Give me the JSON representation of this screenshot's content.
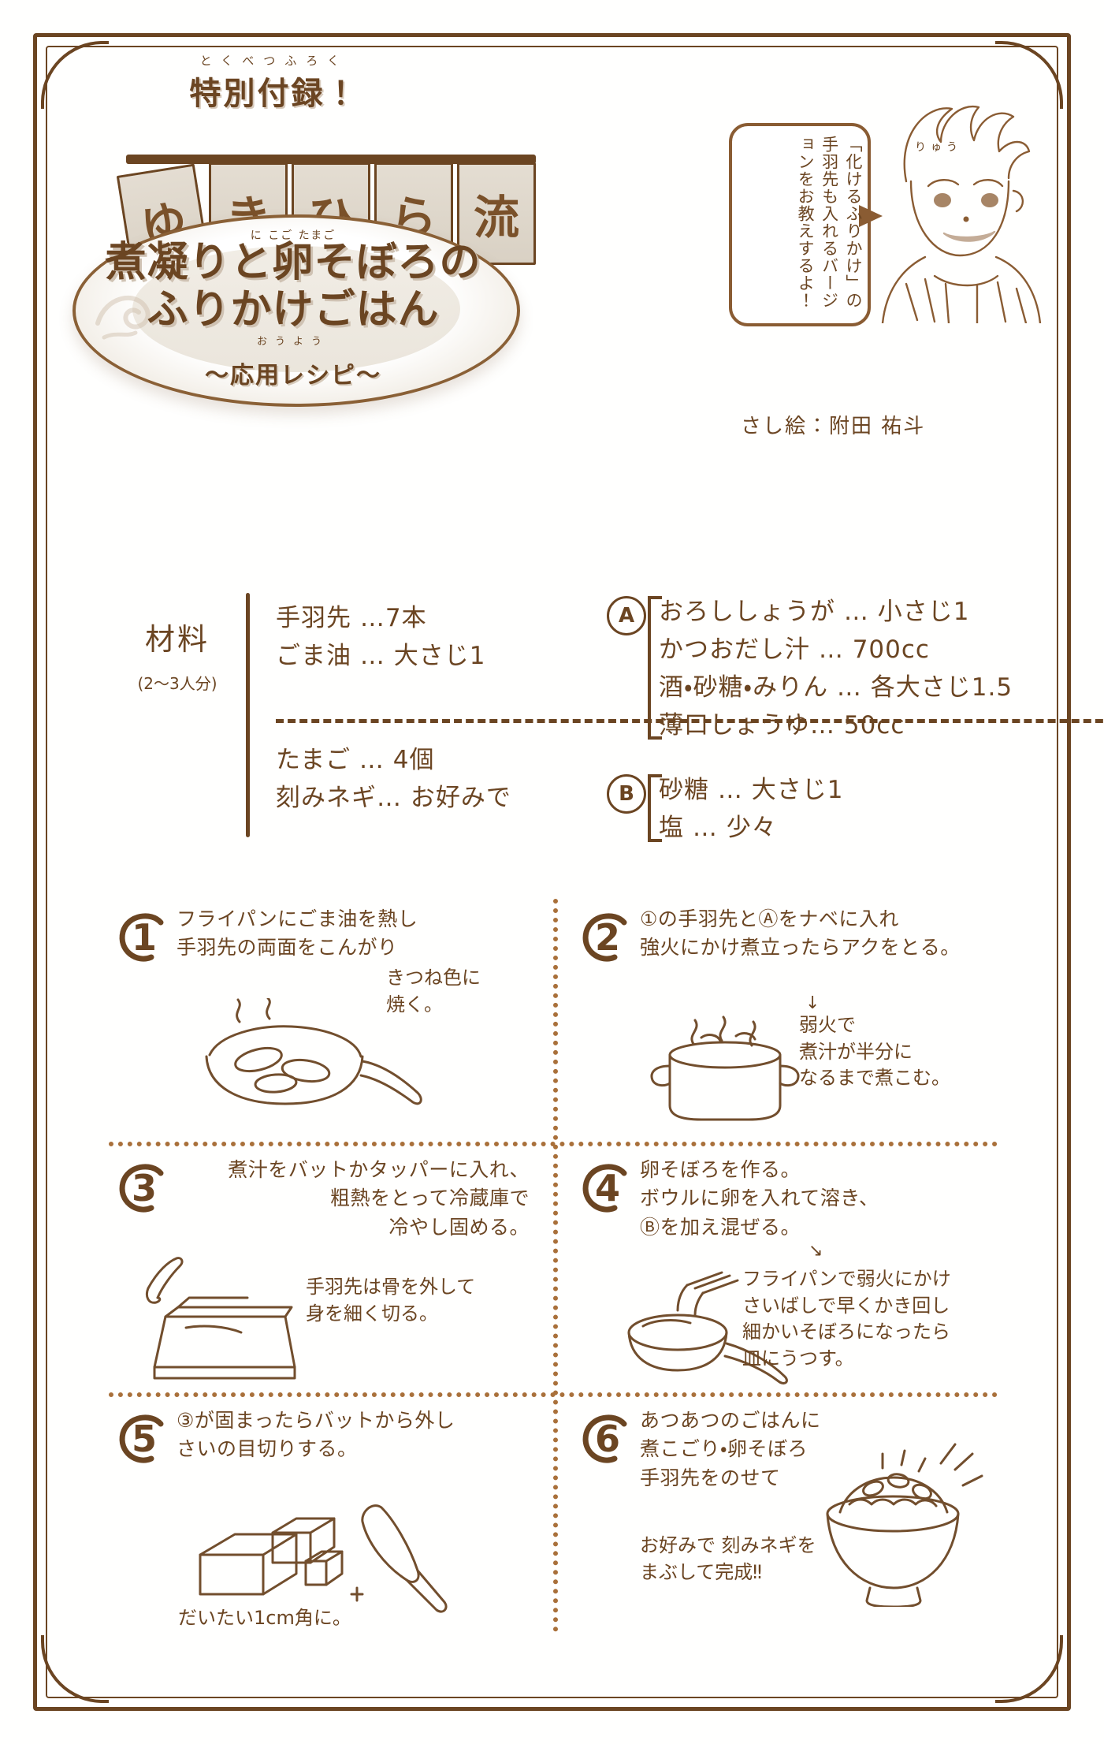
{
  "page": {
    "frame_color": "#6b4522",
    "background": "#ffffff"
  },
  "header": {
    "badge_furigana": "とくべつふろく",
    "badge": "特別付録！",
    "noren_chars": [
      "ゆ",
      "き",
      "ひ",
      "ら",
      "流"
    ],
    "noren_ryu_furigana": "りゅう"
  },
  "title": {
    "furigana_line1": "に こご       たまご",
    "line1": "煮凝りと卵そぼろの",
    "line2": "ふりかけごはん",
    "subtitle_furigana": "おうよう",
    "subtitle": "〜応用レシピ〜"
  },
  "character": {
    "speech": "「化けるふりかけ」の手羽先も入れるバージョンをお教えするよ！",
    "credit": "さし絵：附田 祐斗"
  },
  "ingredients": {
    "label": "材料",
    "serving": "(2〜3人分)",
    "left_group1": [
      "手羽先 …7本",
      "ごま油 … 大さじ1"
    ],
    "left_group2": [
      "たまご … 4個",
      "刻みネギ… お好みで"
    ],
    "group_a": {
      "mark": "A",
      "items": [
        "おろししょうが … 小さじ1",
        "かつおだし汁 … 700cc",
        "酒・砂糖・みりん … 各大さじ1.5",
        "薄口しょうゆ… 50cc"
      ]
    },
    "group_b": {
      "mark": "B",
      "items": [
        "砂糖 … 大さじ1",
        "塩 … 少々"
      ]
    }
  },
  "steps": [
    {
      "number": "1",
      "text": "フライパンにごま油を熱し\n手羽先の両面をこんがり",
      "note": "きつね色に\n焼く。",
      "illustration": "frying-pan"
    },
    {
      "number": "2",
      "text": "①の手羽先とⒶをナベに入れ\n強火にかけ煮立ったらアクをとる。",
      "note": "弱火で\n煮汁が半分に\nなるまで煮こむ。",
      "arrow": "↓",
      "illustration": "pot"
    },
    {
      "number": "3",
      "text": "煮汁をバットかタッパーに入れ、\n粗熱をとって冷蔵庫で\n冷やし固める。",
      "note": "手羽先は骨を外して\n身を細く切る。",
      "illustration": "tray"
    },
    {
      "number": "4",
      "text": "卵そぼろを作る。\nボウルに卵を入れて溶き、\nⒷを加え混ぜる。",
      "arrow": "↘",
      "note": "フライパンで弱火にかけ\nさいばしで早くかき回し\n細かいそぼろになったら\n皿にうつす。",
      "illustration": "bowl-chopsticks"
    },
    {
      "number": "5",
      "text": "③が固まったらバットから外し\nさいの目切りする。",
      "note": "だいたい1cm角に。",
      "illustration": "knife-cubes"
    },
    {
      "number": "6",
      "text": "あつあつのごはんに\n煮こごり・卵そぼろ\n手羽先をのせて",
      "note": "お好みで 刻みネギを\nまぶして完成‼",
      "illustration": "rice-bowl"
    }
  ]
}
